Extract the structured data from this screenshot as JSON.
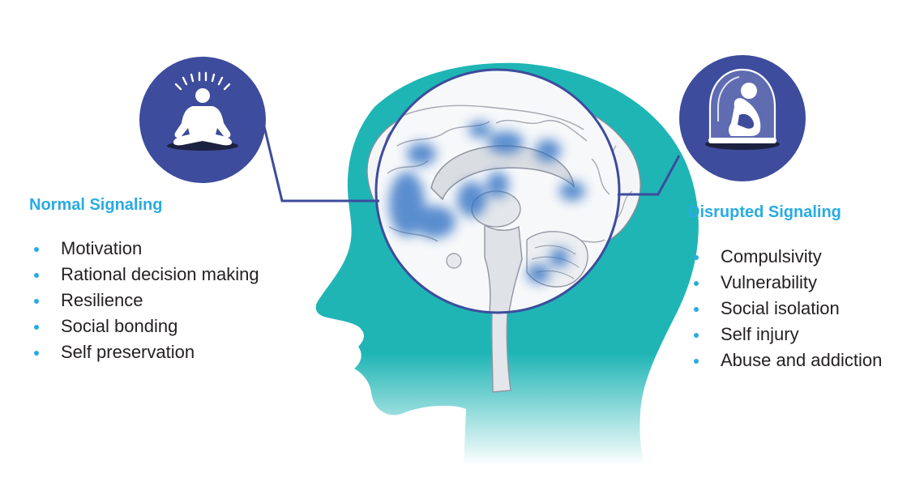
{
  "normal": {
    "title": "Normal Signaling",
    "items": [
      "Motivation",
      "Rational decision making",
      "Resilience",
      "Social bonding",
      "Self preservation"
    ],
    "icon": "meditating-person-icon"
  },
  "disrupted": {
    "title": "Disrupted Signaling",
    "items": [
      "Compulsivity",
      "Vulnerability",
      "Social isolation",
      "Self injury",
      "Abuse and addiction"
    ],
    "icon": "isolated-person-under-dome-icon"
  },
  "colors": {
    "bullet": "#29abe2",
    "heading": "#29abe2",
    "head_silhouette": "#1fb5b5",
    "icon_circle": "#3d4c9c",
    "brain_activity": "#2f6fc2",
    "brain_tissue": "#ffffff"
  }
}
